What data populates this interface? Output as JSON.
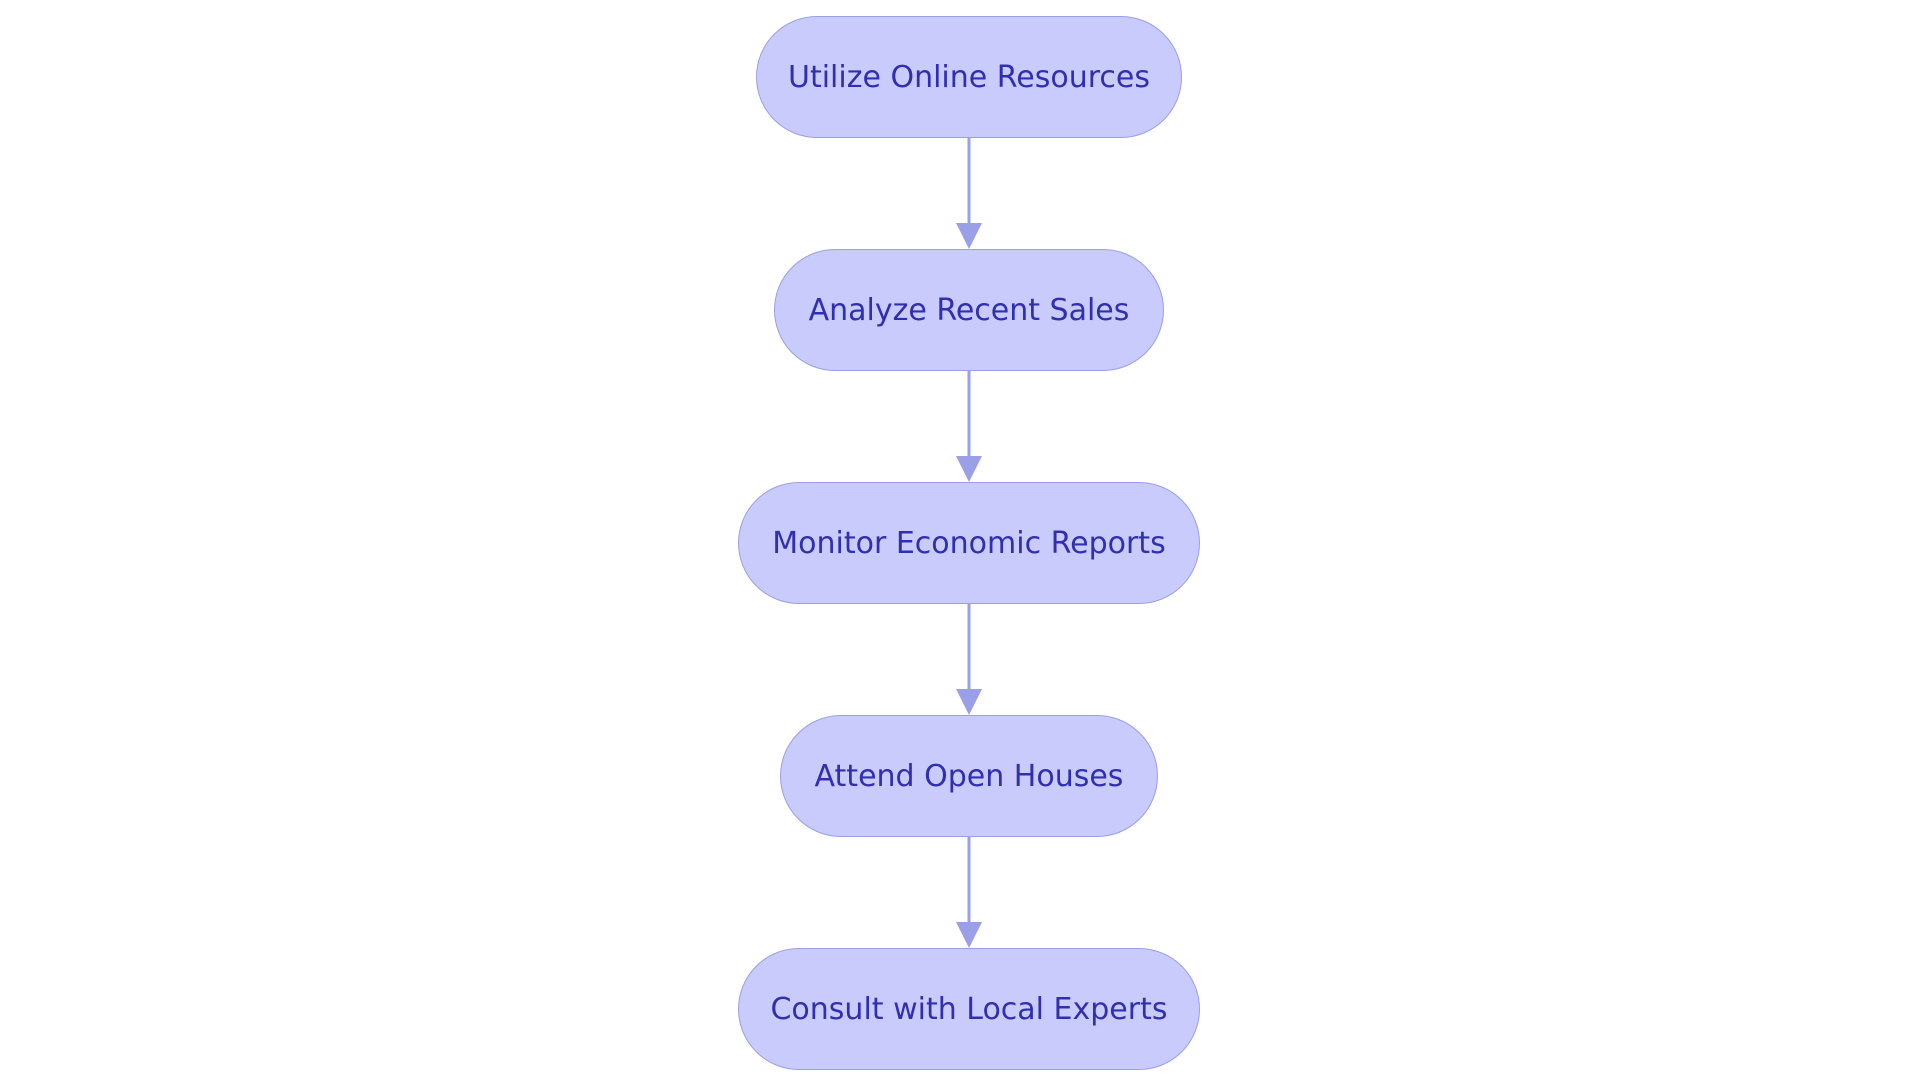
{
  "diagram": {
    "nodes": [
      {
        "id": "n1",
        "label": "Utilize Online Resources"
      },
      {
        "id": "n2",
        "label": "Analyze Recent Sales"
      },
      {
        "id": "n3",
        "label": "Monitor Economic Reports"
      },
      {
        "id": "n4",
        "label": "Attend Open Houses"
      },
      {
        "id": "n5",
        "label": "Consult with Local Experts"
      }
    ],
    "edges": [
      {
        "from": "n1",
        "to": "n2"
      },
      {
        "from": "n2",
        "to": "n3"
      },
      {
        "from": "n3",
        "to": "n4"
      },
      {
        "from": "n4",
        "to": "n5"
      }
    ]
  },
  "colors": {
    "node_fill": "#c8cbfc",
    "node_border": "#9a9fe8",
    "node_text": "#2f2fb0",
    "edge": "#9a9fe8",
    "background": "#ffffff"
  }
}
